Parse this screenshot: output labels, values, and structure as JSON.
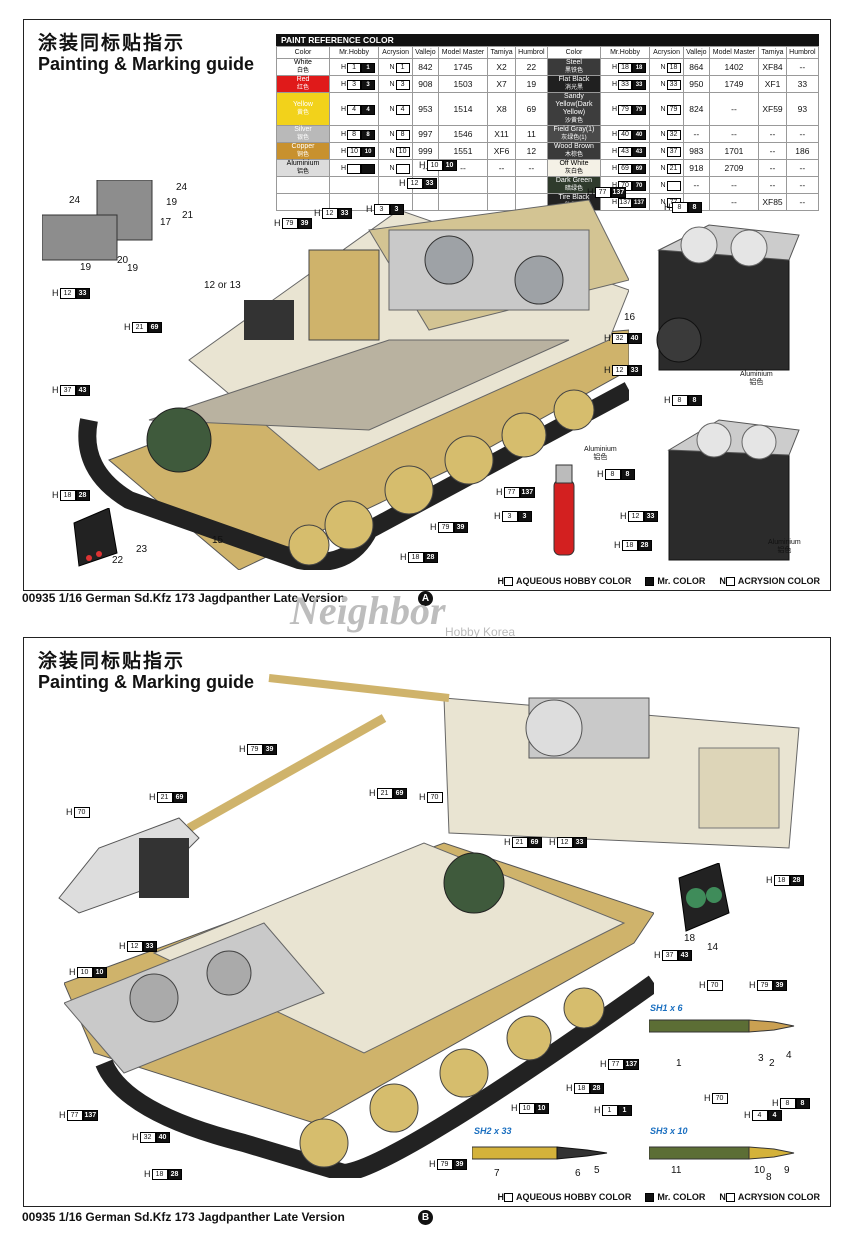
{
  "title_cn": "涂装同标贴指示",
  "title_en": "Painting & Marking guide",
  "paint_table": {
    "caption": "PAINT REFERENCE COLOR",
    "headers": [
      "Color",
      "Mr.Hobby",
      "Acrysion",
      "Vallejo",
      "Model Master",
      "Tamiya",
      "Humbrol"
    ],
    "left": [
      {
        "name": "White",
        "cn": "白色",
        "swatch": "#ffffff",
        "text_color": "#000000",
        "mr": "1",
        "acr": "1",
        "vallejo": "842",
        "mm": "1745",
        "tamiya": "X2",
        "humbrol": "22"
      },
      {
        "name": "Red",
        "cn": "红色",
        "swatch": "#e01a1a",
        "text_color": "#ffffff",
        "mr": "3",
        "acr": "3",
        "vallejo": "908",
        "mm": "1503",
        "tamiya": "X7",
        "humbrol": "19"
      },
      {
        "name": "Yellow",
        "cn": "黄色",
        "swatch": "#f2d21b",
        "text_color": "#ffffff",
        "mr": "4",
        "acr": "4",
        "vallejo": "953",
        "mm": "1514",
        "tamiya": "X8",
        "humbrol": "69"
      },
      {
        "name": "Silver",
        "cn": "银色",
        "swatch": "#b9b9b9",
        "text_color": "#ffffff",
        "mr": "8",
        "acr": "8",
        "vallejo": "997",
        "mm": "1546",
        "tamiya": "X11",
        "humbrol": "11"
      },
      {
        "name": "Copper",
        "cn": "铜色",
        "swatch": "#c8912e",
        "text_color": "#ffffff",
        "mr": "10",
        "acr": "10",
        "vallejo": "999",
        "mm": "1551",
        "tamiya": "XF6",
        "humbrol": "12"
      },
      {
        "name": "Aluminium",
        "cn": "铝色",
        "swatch": "#dcdcdc",
        "text_color": "#000000",
        "mr": "",
        "acr": "",
        "vallejo": "--",
        "mm": "--",
        "tamiya": "--",
        "humbrol": "--"
      }
    ],
    "right": [
      {
        "name": "Steel",
        "cn": "黑铁色",
        "swatch": "#3a3a3a",
        "text_color": "#ffffff",
        "mr": "18",
        "acr": "18",
        "vallejo": "864",
        "mm": "1402",
        "tamiya": "XF84",
        "humbrol": "--"
      },
      {
        "name": "Flat Black",
        "cn": "消光黑",
        "swatch": "#202020",
        "text_color": "#ffffff",
        "mr": "33",
        "acr": "33",
        "vallejo": "950",
        "mm": "1749",
        "tamiya": "XF1",
        "humbrol": "33"
      },
      {
        "name": "Sandy Yellow(Dark Yellow)",
        "cn": "沙黄色",
        "swatch": "#3d3d3d",
        "text_color": "#ffffff",
        "mr": "79",
        "acr": "79",
        "vallejo": "824",
        "mm": "--",
        "tamiya": "XF59",
        "humbrol": "93"
      },
      {
        "name": "Field Gray(1)",
        "cn": "灰绿色(1)",
        "swatch": "#4a4a4a",
        "text_color": "#ffffff",
        "mr": "40",
        "acr": "32",
        "vallejo": "--",
        "mm": "--",
        "tamiya": "--",
        "humbrol": "--"
      },
      {
        "name": "Wood Brown",
        "cn": "木棕色",
        "swatch": "#3a3a3a",
        "text_color": "#ffffff",
        "mr": "43",
        "acr": "37",
        "vallejo": "983",
        "mm": "1701",
        "tamiya": "--",
        "humbrol": "186"
      },
      {
        "name": "Off White",
        "cn": "灰白色",
        "swatch": "#f4f1e6",
        "text_color": "#000000",
        "mr": "69",
        "acr": "21",
        "vallejo": "918",
        "mm": "2709",
        "tamiya": "--",
        "humbrol": "--"
      },
      {
        "name": "Dark Green",
        "cn": "暗绿色",
        "swatch": "#2f3b2c",
        "text_color": "#ffffff",
        "mr": "70",
        "acr": "",
        "vallejo": "--",
        "mm": "--",
        "tamiya": "--",
        "humbrol": "--"
      },
      {
        "name": "Tire Black",
        "cn": "胎黑色",
        "swatch": "#222222",
        "text_color": "#ffffff",
        "mr": "137",
        "acr": "77",
        "vallejo": "--",
        "mm": "--",
        "tamiya": "XF85",
        "humbrol": "--"
      }
    ]
  },
  "legend": {
    "h": "AQUEOUS HOBBY COLOR",
    "m": "Mr. COLOR",
    "n": "ACRYSION COLOR"
  },
  "footer": "00935 1/16 German Sd.Kfz 173 Jagdpanther Late Version",
  "panel_a_letter": "A",
  "panel_b_letter": "B",
  "aluminium_label": "Aluminium",
  "aluminium_cn": "铝色",
  "watermark": "Neighbor",
  "watermark_sub": "Hobby Korea",
  "panel_a_callouts": [
    {
      "id": "h10",
      "white": "10",
      "black": "10"
    },
    {
      "id": "h12a",
      "white": "12",
      "black": "33"
    },
    {
      "id": "h77a",
      "white": "77",
      "black": "137"
    },
    {
      "id": "h3",
      "white": "3",
      "black": "3"
    },
    {
      "id": "h12b",
      "white": "12",
      "black": "33"
    },
    {
      "id": "h79",
      "white": "79",
      "black": "39"
    },
    {
      "id": "h21",
      "white": "21",
      "black": "69"
    },
    {
      "id": "h37",
      "white": "37",
      "black": "43"
    },
    {
      "id": "h12c",
      "white": "12",
      "black": "33"
    },
    {
      "id": "h18",
      "white": "18",
      "black": "28"
    },
    {
      "id": "h8a",
      "white": "8",
      "black": "8"
    },
    {
      "id": "h32",
      "white": "32",
      "black": "40"
    },
    {
      "id": "h12d",
      "white": "12",
      "black": "33"
    },
    {
      "id": "h8b",
      "white": "8",
      "black": "8"
    },
    {
      "id": "h12e",
      "white": "12",
      "black": "33"
    },
    {
      "id": "h8c",
      "white": "8",
      "black": "8"
    },
    {
      "id": "h3b",
      "white": "3",
      "black": "3"
    },
    {
      "id": "h18b",
      "white": "18",
      "black": "28"
    },
    {
      "id": "h77b",
      "white": "77",
      "black": "137"
    },
    {
      "id": "h79b",
      "white": "79",
      "black": "39"
    },
    {
      "id": "h18c",
      "white": "18",
      "black": "28"
    }
  ],
  "panel_a_numbers": [
    "24",
    "19",
    "21",
    "17",
    "24",
    "20",
    "19",
    "19",
    "12 or 13",
    "16",
    "23",
    "22",
    "15"
  ],
  "panel_b_callouts": [
    {
      "id": "b79",
      "white": "79",
      "black": "39"
    },
    {
      "id": "b21a",
      "white": "21",
      "black": "69"
    },
    {
      "id": "b21b",
      "white": "21",
      "black": "69"
    },
    {
      "id": "b70a",
      "white": "70",
      "black": ""
    },
    {
      "id": "b70b",
      "white": "70",
      "black": ""
    },
    {
      "id": "b21c",
      "white": "21",
      "black": "69"
    },
    {
      "id": "b12a",
      "white": "12",
      "black": "33"
    },
    {
      "id": "b12b",
      "white": "12",
      "black": "33"
    },
    {
      "id": "b18a",
      "white": "18",
      "black": "28"
    },
    {
      "id": "b37",
      "white": "37",
      "black": "43"
    },
    {
      "id": "b10",
      "white": "10",
      "black": "10"
    },
    {
      "id": "b70c",
      "white": "70",
      "black": ""
    },
    {
      "id": "b79b",
      "white": "79",
      "black": "39"
    },
    {
      "id": "b77",
      "white": "77",
      "black": "137"
    },
    {
      "id": "b77b",
      "white": "77",
      "black": "137"
    },
    {
      "id": "b18b",
      "white": "18",
      "black": "28"
    },
    {
      "id": "b10b",
      "white": "10",
      "black": "10"
    },
    {
      "id": "b1",
      "white": "1",
      "black": "1"
    },
    {
      "id": "b70d",
      "white": "70",
      "black": ""
    },
    {
      "id": "b8",
      "white": "8",
      "black": "8"
    },
    {
      "id": "b4",
      "white": "4",
      "black": "4"
    },
    {
      "id": "b32",
      "white": "32",
      "black": "40"
    },
    {
      "id": "b18c",
      "white": "18",
      "black": "28"
    },
    {
      "id": "b79c",
      "white": "79",
      "black": "39"
    }
  ],
  "panel_b_numbers": [
    "18",
    "14",
    "1",
    "3",
    "2",
    "4",
    "7",
    "6",
    "5",
    "11",
    "10",
    "8",
    "9"
  ],
  "ammo": {
    "sh1": "SH1 x 6",
    "sh2": "SH2 x 33",
    "sh3": "SH3 x 10"
  }
}
